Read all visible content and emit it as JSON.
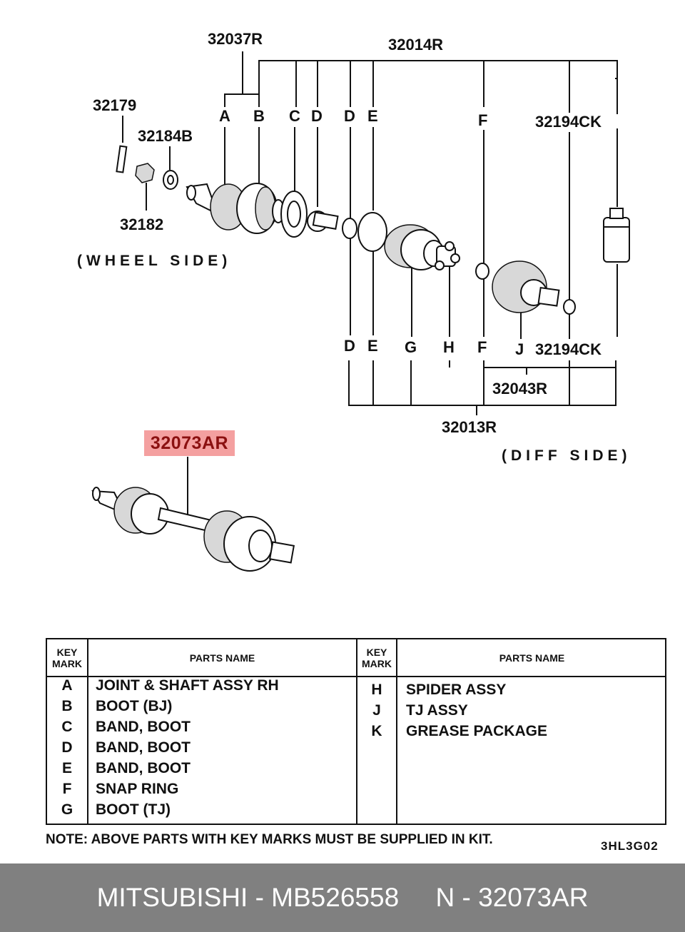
{
  "diagram": {
    "labels": {
      "p32037R": "32037R",
      "p32014R": "32014R",
      "p32179": "32179",
      "p32184B": "32184B",
      "p32182": "32182",
      "p32194CK_top": "32194CK",
      "p32194CK_bottom": "32194CK",
      "p32043R": "32043R",
      "p32013R": "32013R"
    },
    "top_marks": [
      "A",
      "B",
      "C",
      "D",
      "D",
      "E",
      "F"
    ],
    "bottom_marks": [
      "D",
      "E",
      "G",
      "H",
      "F",
      "J"
    ],
    "wheel_side": "(WHEEL SIDE)",
    "diff_side": "(DIFF SIDE)",
    "highlighted_part": "32073AR"
  },
  "legend": {
    "header_mark": "KEY MARK",
    "header_name": "PARTS NAME",
    "left": [
      {
        "mark": "A",
        "name": "JOINT & SHAFT ASSY RH"
      },
      {
        "mark": "B",
        "name": "BOOT (BJ)"
      },
      {
        "mark": "C",
        "name": "BAND, BOOT"
      },
      {
        "mark": "D",
        "name": "BAND, BOOT"
      },
      {
        "mark": "E",
        "name": "BAND, BOOT"
      },
      {
        "mark": "F",
        "name": "SNAP RING"
      },
      {
        "mark": "G",
        "name": "BOOT (TJ)"
      }
    ],
    "right": [
      {
        "mark": "H",
        "name": "SPIDER ASSY"
      },
      {
        "mark": "J",
        "name": "TJ ASSY"
      },
      {
        "mark": "K",
        "name": "GREASE PACKAGE"
      }
    ]
  },
  "note": "NOTE: ABOVE PARTS WITH KEY MARKS MUST BE SUPPLIED IN KIT.",
  "drawing_code": "3HL3G02",
  "footer": "MITSUBISHI - MB526558     N - 32073AR"
}
